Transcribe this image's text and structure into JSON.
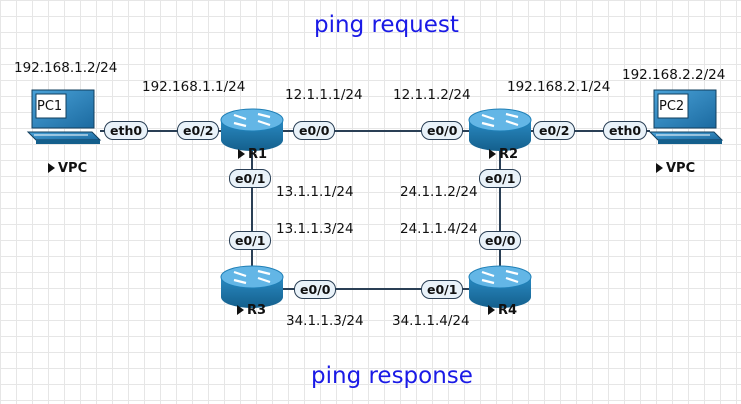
{
  "captions": {
    "top": "ping request",
    "bottom": "ping response"
  },
  "colors": {
    "caption": "#1a1ae6",
    "router_body": "#1f7fb6",
    "router_top": "#63b6e6",
    "link": "#2a3f55",
    "port_fill": "#e9f2f9"
  },
  "devices": {
    "pc1": {
      "screen_label": "PC1",
      "type_label": "VPC",
      "ip": "192.168.1.2/24",
      "port": "eth0",
      "icon": "desktop-pc-icon"
    },
    "pc2": {
      "screen_label": "PC2",
      "type_label": "VPC",
      "ip": "192.168.2.2/24",
      "port": "eth0",
      "icon": "desktop-pc-icon"
    },
    "r1": {
      "name": "R1",
      "icon": "router-icon"
    },
    "r2": {
      "name": "R2",
      "icon": "router-icon"
    },
    "r3": {
      "name": "R3",
      "icon": "router-icon"
    },
    "r4": {
      "name": "R4",
      "icon": "router-icon"
    }
  },
  "links": {
    "pc1_r1": {
      "port_a": "eth0",
      "port_b": "e0/2",
      "ip_b": "192.168.1.1/24"
    },
    "r1_r2": {
      "port_a": "e0/0",
      "ip_a": "12.1.1.1/24",
      "port_b": "e0/0",
      "ip_b": "12.1.1.2/24"
    },
    "r2_pc2": {
      "port_a": "e0/2",
      "ip_a": "192.168.2.1/24",
      "port_b": "eth0"
    },
    "r1_r3": {
      "port_a": "e0/1",
      "ip_a": "13.1.1.1/24",
      "port_b": "e0/1",
      "ip_b": "13.1.1.3/24"
    },
    "r2_r4": {
      "port_a": "e0/1",
      "ip_a": "24.1.1.2/24",
      "port_b": "e0/0",
      "ip_b": "24.1.1.4/24"
    },
    "r3_r4": {
      "port_a": "e0/0",
      "ip_a": "34.1.1.3/24",
      "port_b": "e0/1",
      "ip_b": "34.1.1.4/24"
    }
  }
}
